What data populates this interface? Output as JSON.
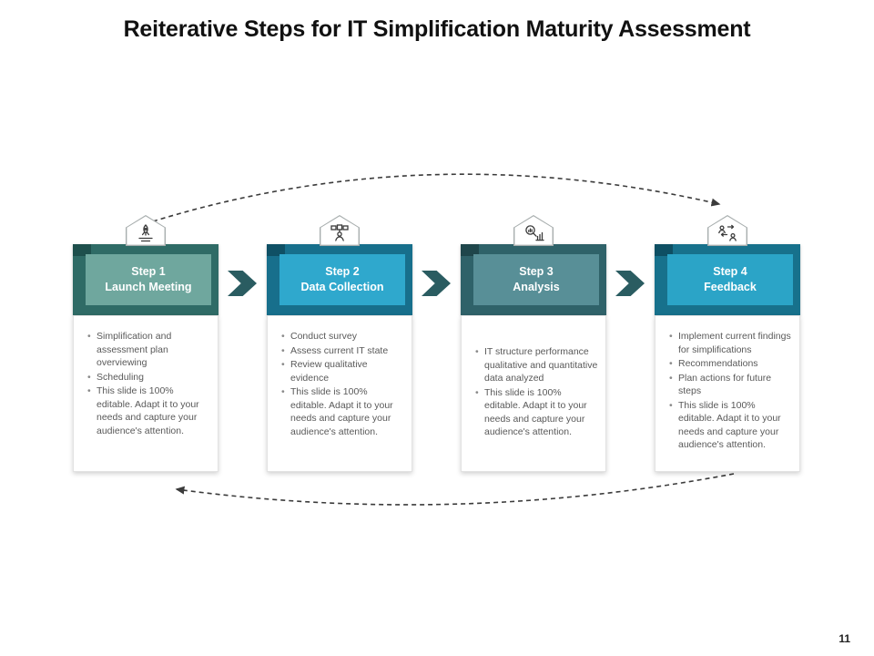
{
  "slide": {
    "title": "Reiterative Steps for IT Simplification Maturity Assessment",
    "page_number": "11"
  },
  "colors": {
    "title": "#111111",
    "bodytext": "#595959",
    "chevron": "#2a5c61",
    "dash": "#3b3b3b",
    "badge_border": "#a7adad",
    "icon": "#3a3a3a",
    "card_border": "#e2e2e2"
  },
  "steps": [
    {
      "label": "Step 1",
      "subtitle": "Launch Meeting",
      "icon": "launch-rocket-icon",
      "colors": {
        "outer": "#2f6b66",
        "inner": "#6fa79e",
        "corner": "#1e4f4c"
      },
      "bullets": [
        "Simplification and assessment plan overviewing",
        "Scheduling",
        "This slide is 100% editable. Adapt it to your needs and capture your audience's attention."
      ]
    },
    {
      "label": "Step 2",
      "subtitle": "Data Collection",
      "icon": "data-collection-icon",
      "colors": {
        "outer": "#176f8c",
        "inner": "#2fa8cd",
        "corner": "#0f5065"
      },
      "bullets": [
        "Conduct survey",
        "Assess current IT state",
        "Review qualitative evidence",
        "This slide is 100% editable. Adapt it to your needs and capture your audience's attention."
      ]
    },
    {
      "label": "Step 3",
      "subtitle": "Analysis",
      "icon": "analysis-magnifier-icon",
      "colors": {
        "outer": "#2f6269",
        "inner": "#588f97",
        "corner": "#1f464b"
      },
      "bullets": [
        "IT structure performance qualitative and quantitative data analyzed",
        "This slide is 100% editable. Adapt it to your needs and capture your audience's attention."
      ]
    },
    {
      "label": "Step 4",
      "subtitle": "Feedback",
      "icon": "feedback-people-icon",
      "colors": {
        "outer": "#17718c",
        "inner": "#2ba4c7",
        "corner": "#0e4f63"
      },
      "bullets": [
        "Implement current findings for simplifications",
        "Recommendations",
        "Plan actions for future steps",
        "This slide is 100% editable. Adapt it to your needs and capture your audience's attention."
      ]
    }
  ]
}
